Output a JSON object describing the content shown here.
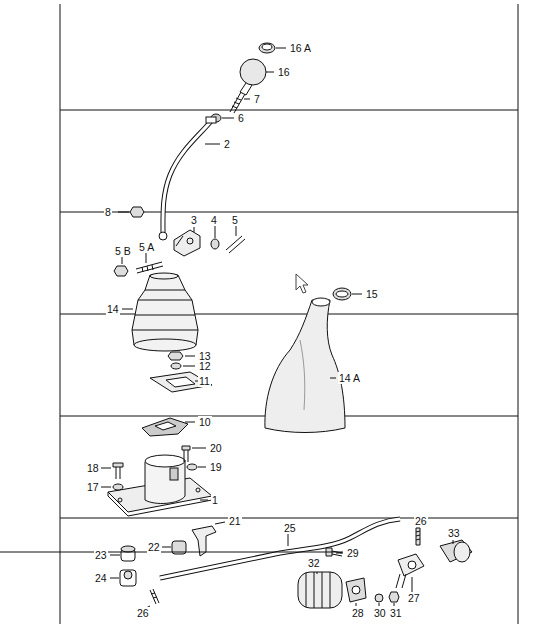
{
  "diagram": {
    "labels": [
      "16 A",
      "16",
      "7",
      "6",
      "2",
      "8",
      "3",
      "4",
      "5",
      "5 B",
      "5 A",
      "14",
      "15",
      "14 A",
      "13",
      "12",
      "11",
      "10",
      "20",
      "18",
      "19",
      "17",
      "1",
      "21",
      "25",
      "26",
      "33",
      "22",
      "29",
      "23",
      "32",
      "24",
      "28",
      "30",
      "31",
      "27",
      "26"
    ]
  }
}
